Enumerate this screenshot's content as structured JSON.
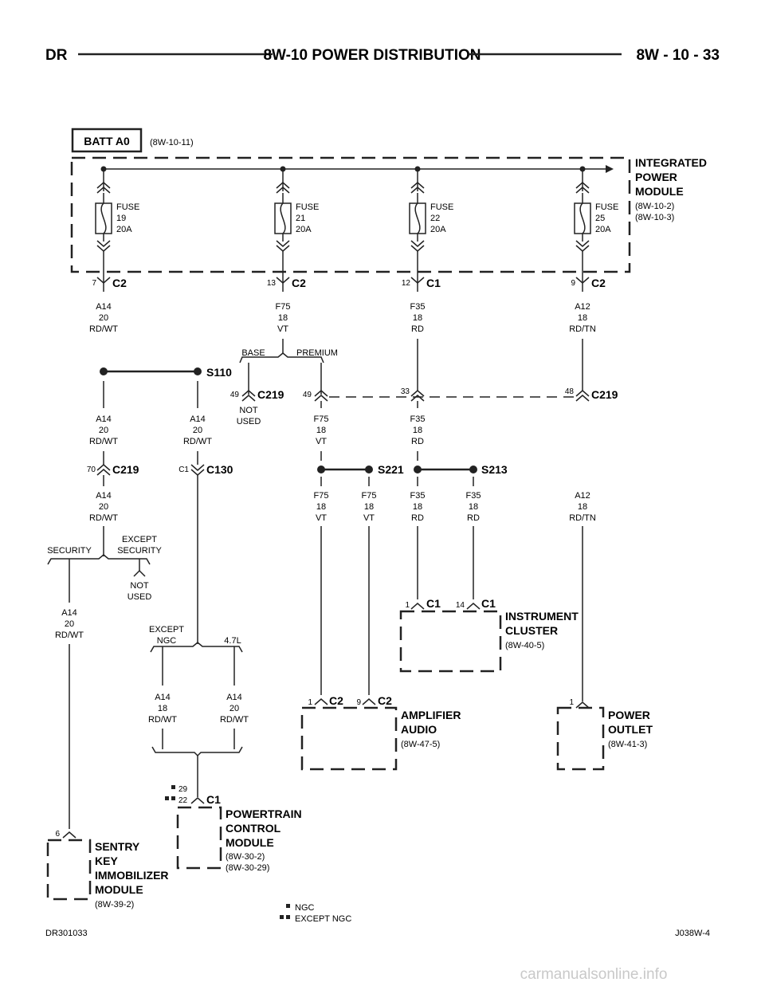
{
  "header": {
    "left": "DR",
    "title": "8W-10 POWER DISTRIBUTION",
    "right": "8W - 10 - 33"
  },
  "batt": {
    "label": "BATT A0",
    "ref": "(8W-10-11)"
  },
  "ipm": {
    "line1": "INTEGRATED",
    "line2": "POWER",
    "line3": "MODULE",
    "ref1": "(8W-10-2)",
    "ref2": "(8W-10-3)"
  },
  "fuses": [
    {
      "l1": "FUSE",
      "l2": "19",
      "l3": "20A",
      "pin": "7",
      "conn": "C2",
      "w1": "A14",
      "w2": "20",
      "w3": "RD/WT"
    },
    {
      "l1": "FUSE",
      "l2": "21",
      "l3": "20A",
      "pin": "13",
      "conn": "C2",
      "w1": "F75",
      "w2": "18",
      "w3": "VT"
    },
    {
      "l1": "FUSE",
      "l2": "22",
      "l3": "20A",
      "pin": "12",
      "conn": "C1",
      "w1": "F35",
      "w2": "18",
      "w3": "RD"
    },
    {
      "l1": "FUSE",
      "l2": "25",
      "l3": "20A",
      "pin": "9",
      "conn": "C2",
      "w1": "A12",
      "w2": "18",
      "w3": "RD/TN"
    }
  ],
  "option1": {
    "base": "BASE",
    "premium": "PREMIUM"
  },
  "splices": {
    "s110": "S110",
    "s221": "S221",
    "s213": "S213"
  },
  "c219": {
    "name": "C219",
    "pin_base": "49",
    "notused1": "NOT",
    "notused2": "USED",
    "pin_premium": "49",
    "pin_rd": "33",
    "pin_tn": "48",
    "pin_a14": "70"
  },
  "c130": {
    "name": "C130",
    "pin": "C1"
  },
  "wires_mid": {
    "a14_left": {
      "w1": "A14",
      "w2": "20",
      "w3": "RD/WT"
    },
    "a14_right": {
      "w1": "A14",
      "w2": "20",
      "w3": "RD/WT"
    },
    "f75": {
      "w1": "F75",
      "w2": "18",
      "w3": "VT"
    },
    "f35": {
      "w1": "F35",
      "w2": "18",
      "w3": "RD"
    },
    "a14_after": {
      "w1": "A14",
      "w2": "20",
      "w3": "RD/WT"
    },
    "f75_a": {
      "w1": "F75",
      "w2": "18",
      "w3": "VT"
    },
    "f75_b": {
      "w1": "F75",
      "w2": "18",
      "w3": "VT"
    },
    "f35_a": {
      "w1": "F35",
      "w2": "18",
      "w3": "RD"
    },
    "f35_b": {
      "w1": "F35",
      "w2": "18",
      "w3": "RD"
    },
    "a12": {
      "w1": "A12",
      "w2": "18",
      "w3": "RD/TN"
    },
    "a14_sec": {
      "w1": "A14",
      "w2": "20",
      "w3": "RD/WT"
    },
    "a14_ngc_ex": {
      "w1": "A14",
      "w2": "18",
      "w3": "RD/WT"
    },
    "a14_47": {
      "w1": "A14",
      "w2": "20",
      "w3": "RD/WT"
    }
  },
  "option2": {
    "security": "SECURITY",
    "except1": "EXCEPT",
    "except2": "SECURITY",
    "notused1": "NOT",
    "notused2": "USED"
  },
  "option3": {
    "except1": "EXCEPT",
    "except2": "NGC",
    "engine": "4.7L"
  },
  "cluster": {
    "pin1": "1",
    "conn1": "C1",
    "pin2": "14",
    "conn2": "C1",
    "line1": "INSTRUMENT",
    "line2": "CLUSTER",
    "ref": "(8W-40-5)"
  },
  "amplifier": {
    "pin1": "1",
    "conn1": "C2",
    "pin2": "9",
    "conn2": "C2",
    "line1": "AMPLIFIER",
    "line2": "AUDIO",
    "ref": "(8W-47-5)"
  },
  "outlet": {
    "pin": "1",
    "line1": "POWER",
    "line2": "OUTLET",
    "ref": "(8W-41-3)"
  },
  "pcm": {
    "pin_ngc": "29",
    "pin_ex": "22",
    "conn": "C1",
    "line1": "POWERTRAIN",
    "line2": "CONTROL",
    "line3": "MODULE",
    "ref1": "(8W-30-2)",
    "ref2": "(8W-30-29)"
  },
  "skim": {
    "pin": "6",
    "line1": "SENTRY",
    "line2": "KEY",
    "line3": "IMMOBILIZER",
    "line4": "MODULE",
    "ref": "(8W-39-2)"
  },
  "legend": {
    "ngc": "NGC",
    "except_ngc": "EXCEPT NGC"
  },
  "footer": {
    "left": "DR301033",
    "right": "J038W-4",
    "watermark": "carmanualsonline.info"
  }
}
